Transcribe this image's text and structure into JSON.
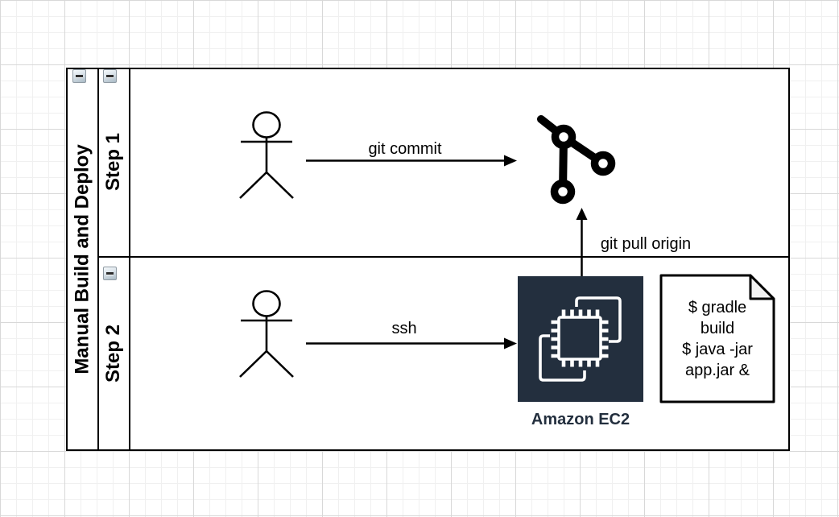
{
  "pool": {
    "title": "Manual Build and Deploy",
    "lanes": [
      {
        "label": "Step 1"
      },
      {
        "label": "Step 2"
      }
    ]
  },
  "edges": {
    "commit": {
      "label": "git commit"
    },
    "ssh": {
      "label": "ssh"
    },
    "pull": {
      "label": "git pull origin"
    }
  },
  "nodes": {
    "git": {
      "icon": "git-branch-icon"
    },
    "ec2": {
      "label": "Amazon EC2",
      "icon": "ec2-chip-icon"
    },
    "note": {
      "text": "$ gradle\nbuild\n$ java -jar\napp.jar &"
    }
  },
  "colors": {
    "stroke": "#000000",
    "ec2_background": "#232f3e",
    "ec2_label": "#232f3e",
    "note_fold": "#f2f2f2",
    "grid_minor": "#f0f0f0",
    "grid_major": "#d8d8d8"
  }
}
